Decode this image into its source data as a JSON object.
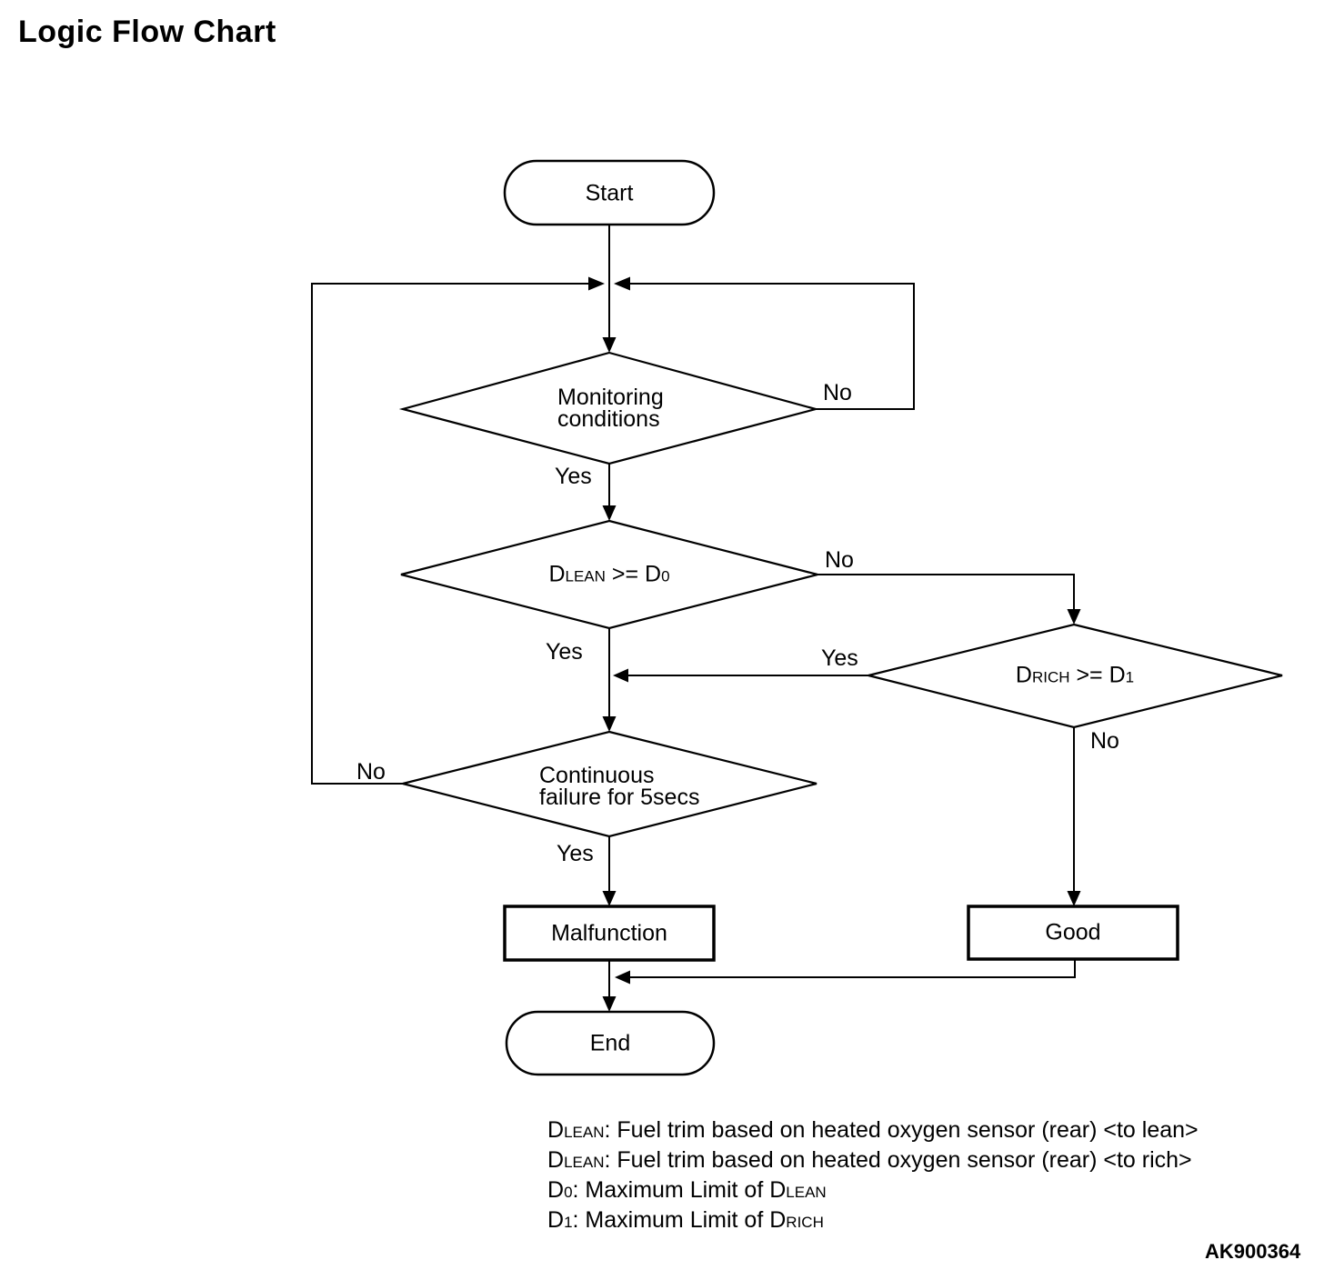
{
  "title": "Logic Flow Chart",
  "figure_code": "AK900364",
  "flowchart": {
    "nodes": {
      "start": {
        "label": "Start"
      },
      "monitoring": {
        "line1": "Monitoring",
        "line2": "conditions"
      },
      "dlean": {
        "main": "D",
        "sub": "LEAN",
        "op": " >= ",
        "lim": "D",
        "limsub": "0"
      },
      "drich": {
        "main": "D",
        "sub": "RICH",
        "op": " >= ",
        "lim": "D",
        "limsub": "1"
      },
      "continuous": {
        "line1": "Continuous",
        "line2": "failure for 5secs"
      },
      "malfunction": {
        "label": "Malfunction"
      },
      "good": {
        "label": "Good"
      },
      "end": {
        "label": "End"
      }
    },
    "edge_labels": {
      "monitoring_no": "No",
      "monitoring_yes": "Yes",
      "dlean_no": "No",
      "dlean_yes": "Yes",
      "drich_yes": "Yes",
      "drich_no": "No",
      "continuous_no": "No",
      "continuous_yes": "Yes"
    }
  },
  "legend": {
    "l1": {
      "main": "D",
      "sub": "LEAN",
      "rest": ": Fuel trim based on heated oxygen sensor (rear) <to lean>"
    },
    "l2": {
      "main": "D",
      "sub": "LEAN",
      "rest": ": Fuel trim based on heated oxygen sensor (rear) <to rich>"
    },
    "l3": {
      "main": "D",
      "sub": "0",
      "rest": ": Maximum Limit of ",
      "ref": "D",
      "refsub": "LEAN"
    },
    "l4": {
      "main": "D",
      "sub": "1",
      "rest": ": Maximum Limit of ",
      "ref": "D",
      "refsub": "RICH"
    }
  }
}
